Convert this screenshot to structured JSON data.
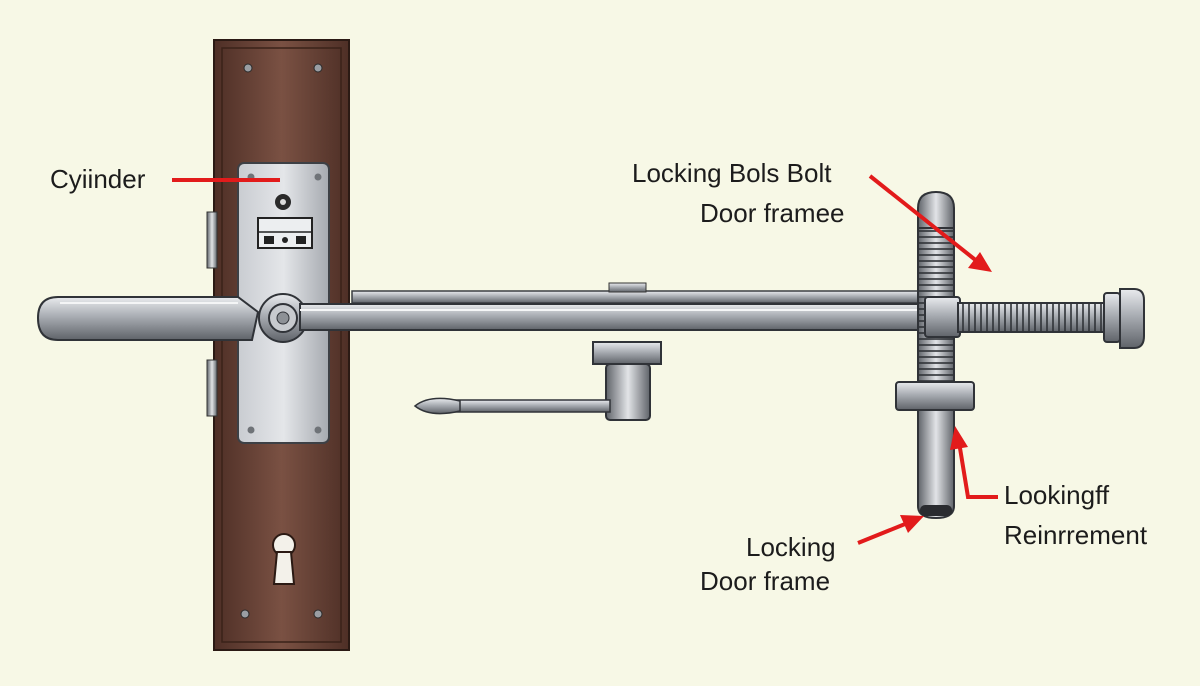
{
  "labels": {
    "cylinder": "Cyiinder",
    "top_right_1": "Locking Bols Bolt",
    "top_right_2": "Door framee",
    "right_1": "Lookingff",
    "right_2": "Reinrrement",
    "bottom_1": "Locking",
    "bottom_2": "Door frame"
  },
  "colors": {
    "background": "#f7f8e6",
    "plate": "#6b4438",
    "steel": "#a9adb3",
    "arrow": "#e21b1b",
    "text": "#1c1c1c"
  },
  "icons": {
    "keyhole": "keyhole-icon",
    "pointer": "red-arrow-icon"
  }
}
